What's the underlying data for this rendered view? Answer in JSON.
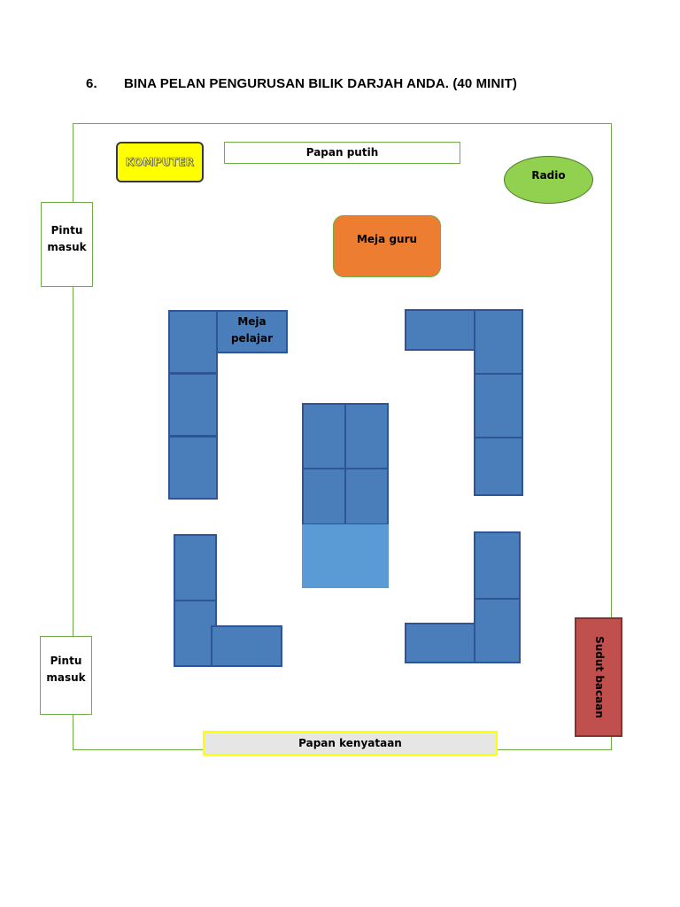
{
  "heading": {
    "number": "6.",
    "text": "BINA PELAN PENGURUSAN BILIK DARJAH ANDA. (40 MINIT)"
  },
  "plan": {
    "komputer": "KOMPUTER",
    "papan_putih": "Papan putih",
    "radio": "Radio",
    "pintu_masuk_1": {
      "line1": "Pintu",
      "line2": "masuk"
    },
    "pintu_masuk_2": {
      "line1": "Pintu",
      "line2": "masuk"
    },
    "meja_guru": "Meja guru",
    "meja_pelajar": {
      "line1": "Meja",
      "line2": "pelajar"
    },
    "sudut_bacaan": "Sudut bacaan",
    "papan_kenyataan": "Papan kenyataan"
  },
  "colors": {
    "room_border": "#70ad47",
    "komputer": "#ffff00",
    "radio": "#92d050",
    "meja_guru": "#ed7d31",
    "desk": "#4a7ebb",
    "desk_light": "#5b9bd5",
    "sudut_bacaan": "#c0504d",
    "papan_kenyataan": "#e7e6e6"
  }
}
